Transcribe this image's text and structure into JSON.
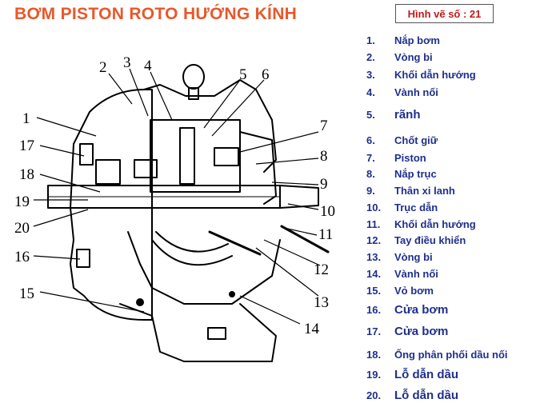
{
  "title": "BƠM PISTON ROTO HƯỚNG KÍNH",
  "figure_label": "Hình vẽ số : 21",
  "legend": [
    {
      "num": "1.",
      "text": "Nắp bơm"
    },
    {
      "num": "2.",
      "text": "Vòng bi"
    },
    {
      "num": "3.",
      "text": "Khối dẫn hướng"
    },
    {
      "num": "4.",
      "text": "Vành nối"
    },
    {
      "num": "5.",
      "text": "rãnh"
    },
    {
      "num": "6.",
      "text": "Chốt giữ"
    },
    {
      "num": "7.",
      "text": "Piston"
    },
    {
      "num": "8.",
      "text": "Nắp trục"
    },
    {
      "num": "9.",
      "text": "Thân xi lanh"
    },
    {
      "num": "10.",
      "text": "Trục dẫn"
    },
    {
      "num": "11.",
      "text": "Khối dẫn hướng"
    },
    {
      "num": "12.",
      "text": "Tay điều khiển"
    },
    {
      "num": "13.",
      "text": "Vòng bi"
    },
    {
      "num": "14.",
      "text": "Vành nối"
    },
    {
      "num": "15.",
      "text": "Vỏ bơm"
    },
    {
      "num": "16.",
      "text": "Cửa bơm"
    },
    {
      "num": "17.",
      "text": "Cửa bơm"
    },
    {
      "num": "18.",
      "text": "Ống phân phối dầu nối"
    },
    {
      "num": "19.",
      "text": "Lỗ dẫn dầu"
    },
    {
      "num": "20.",
      "text": "Lỗ dẫn dầu"
    }
  ],
  "callouts": [
    "1",
    "2",
    "3",
    "4",
    "5",
    "6",
    "7",
    "8",
    "9",
    "10",
    "11",
    "12",
    "13",
    "14",
    "15",
    "16",
    "17",
    "18",
    "19",
    "20"
  ]
}
